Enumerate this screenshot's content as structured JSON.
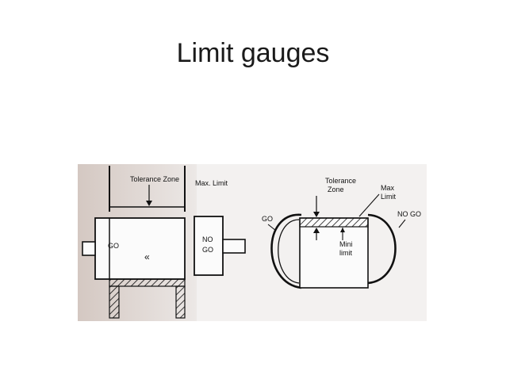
{
  "slide": {
    "title": "Limit gauges"
  },
  "figure": {
    "plug_gauge": {
      "tolerance_zone": "Tolerance Zone",
      "max_limit": "Max. Limit",
      "go": "GO",
      "no_go_line1": "NO",
      "no_go_line2": "GO"
    },
    "snap_gauge": {
      "tolerance_line1": "Tolerance",
      "tolerance_line2": "Zone",
      "max_line1": "Max",
      "max_line2": "Limit",
      "go": "GO",
      "no_go": "NO GO",
      "mini_line1": "Mini",
      "mini_line2": "limit"
    },
    "colors": {
      "ink": "#111111",
      "paper_left": "#dcd2cc",
      "paper_right": "#ebe6e6"
    }
  }
}
